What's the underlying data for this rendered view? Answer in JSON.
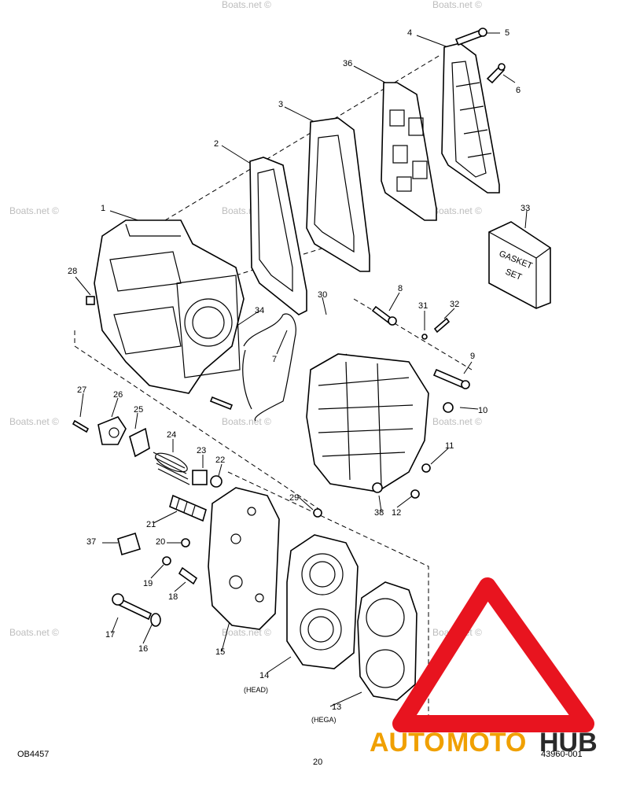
{
  "callouts": [
    {
      "id": "1",
      "label": "1"
    },
    {
      "id": "2",
      "label": "2"
    },
    {
      "id": "3",
      "label": "3"
    },
    {
      "id": "4",
      "label": "4"
    },
    {
      "id": "5",
      "label": "5"
    },
    {
      "id": "6",
      "label": "6"
    },
    {
      "id": "7",
      "label": "7"
    },
    {
      "id": "8",
      "label": "8"
    },
    {
      "id": "9",
      "label": "9"
    },
    {
      "id": "10",
      "label": "10"
    },
    {
      "id": "11",
      "label": "11"
    },
    {
      "id": "12",
      "label": "12"
    },
    {
      "id": "13",
      "label": "13"
    },
    {
      "id": "14",
      "label": "14"
    },
    {
      "id": "15",
      "label": "15"
    },
    {
      "id": "16",
      "label": "16"
    },
    {
      "id": "17",
      "label": "17"
    },
    {
      "id": "18",
      "label": "18"
    },
    {
      "id": "19",
      "label": "19"
    },
    {
      "id": "20",
      "label": "20"
    },
    {
      "id": "21",
      "label": "21"
    },
    {
      "id": "22",
      "label": "22"
    },
    {
      "id": "23",
      "label": "23"
    },
    {
      "id": "24",
      "label": "24"
    },
    {
      "id": "25",
      "label": "25"
    },
    {
      "id": "26",
      "label": "26"
    },
    {
      "id": "27",
      "label": "27"
    },
    {
      "id": "28",
      "label": "28"
    },
    {
      "id": "29",
      "label": "29"
    },
    {
      "id": "30",
      "label": "30"
    },
    {
      "id": "31",
      "label": "31"
    },
    {
      "id": "32",
      "label": "32"
    },
    {
      "id": "33",
      "label": "33"
    },
    {
      "id": "34",
      "label": "34"
    },
    {
      "id": "36",
      "label": "36"
    },
    {
      "id": "37",
      "label": "37"
    },
    {
      "id": "38",
      "label": "38"
    }
  ],
  "sublabels": {
    "head": "(HEAD)",
    "hega": "(HEGA)"
  },
  "gasket_set": {
    "line1": "GASKET",
    "line2": "SET"
  },
  "watermark": "Boats.net ©",
  "footer": {
    "left_code": "OB4457",
    "page_number": "20",
    "right_code": "43960-001"
  },
  "logo": {
    "word_auto": "AUTO",
    "word_moto": "MOTO",
    "word_hub": "HUB",
    "color_red": "#e8141f",
    "color_orange": "#f0a000",
    "color_dark": "#2a2a2a"
  }
}
